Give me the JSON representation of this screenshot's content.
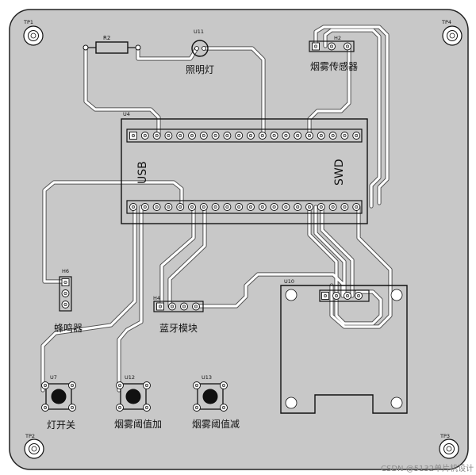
{
  "board": {
    "background": "#c8c8c8",
    "outline": "#222222",
    "trace_color": "#ffffff"
  },
  "test_points": [
    {
      "id": "tp1",
      "label": "TP1"
    },
    {
      "id": "tp4",
      "label": "TP4"
    },
    {
      "id": "tp2",
      "label": "TP2"
    },
    {
      "id": "tp3",
      "label": "TP3"
    }
  ],
  "components": {
    "r2": {
      "designator": "R2"
    },
    "u11": {
      "designator": "U11",
      "name": "照明灯"
    },
    "h2": {
      "designator": "H2",
      "name": "烟雾传感器"
    },
    "u4": {
      "designator": "U4",
      "usb_label": "USB",
      "swd_label": "SWD"
    },
    "h6": {
      "designator": "H6",
      "name": "蜂鸣器"
    },
    "h4": {
      "designator": "H4",
      "name": "蓝牙模块"
    },
    "u10": {
      "designator": "U10"
    },
    "u7": {
      "designator": "U7",
      "name": "灯开关"
    },
    "u12": {
      "designator": "U12",
      "name": "烟雾阈值加"
    },
    "u13": {
      "designator": "U13",
      "name": "烟雾阈值减"
    }
  },
  "watermark": "CSDN @5132单片机设计"
}
